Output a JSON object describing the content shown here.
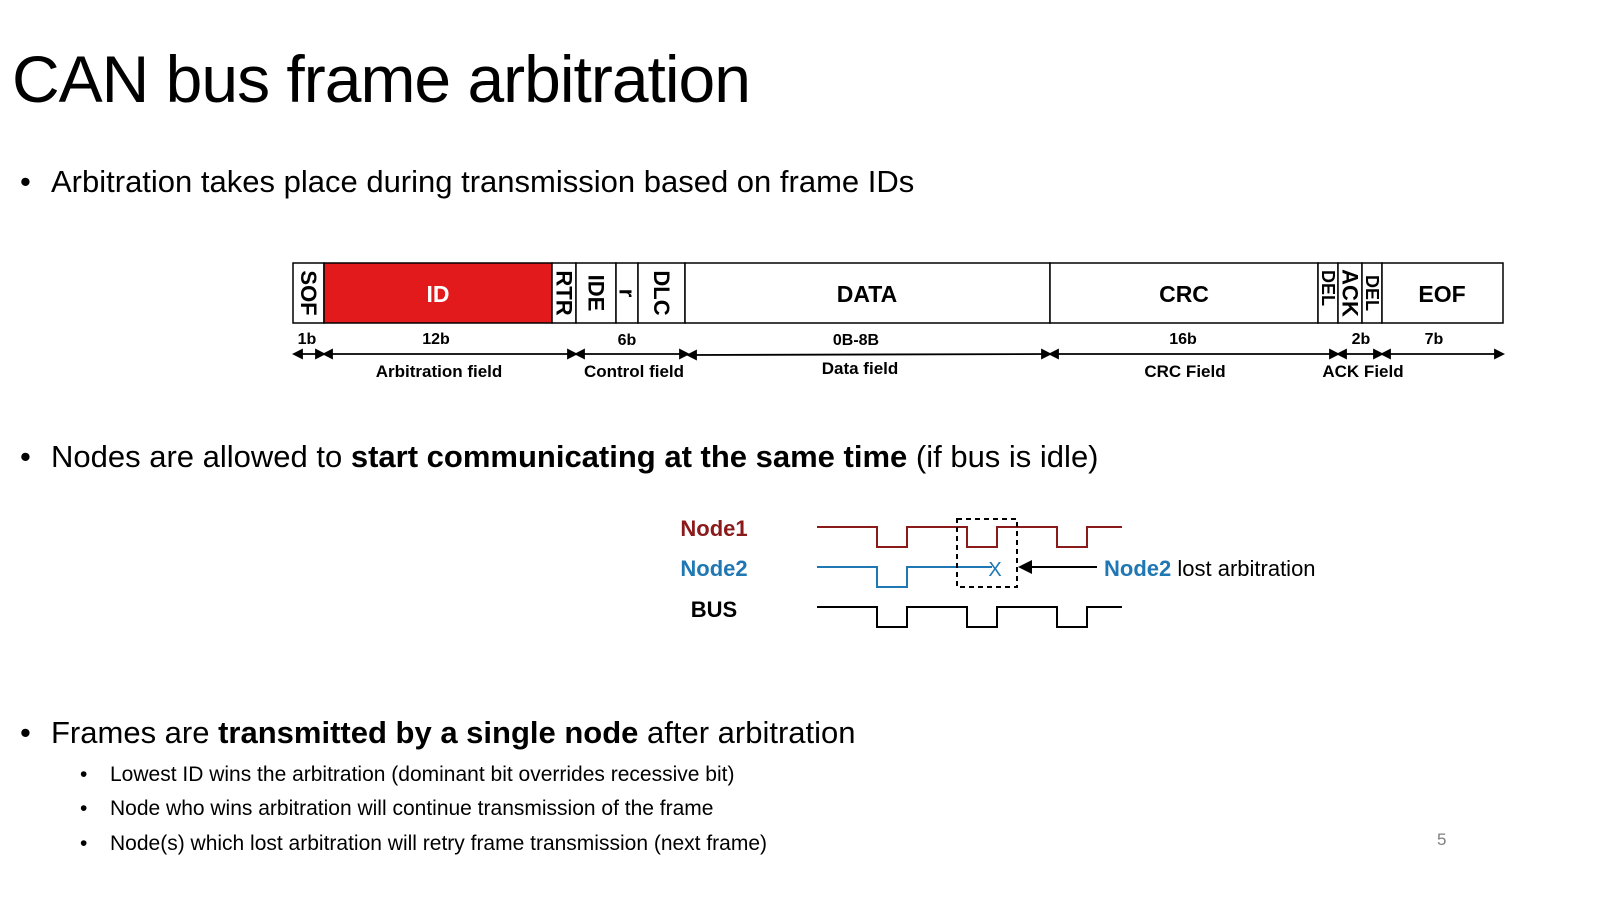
{
  "title": "CAN bus frame arbitration",
  "bullets": [
    {
      "parts": [
        {
          "text": "Arbitration takes place during transmission based on frame IDs",
          "bold": false
        }
      ]
    },
    {
      "parts": [
        {
          "text": "Nodes are allowed to ",
          "bold": false
        },
        {
          "text": "start communicating at the same time",
          "bold": true
        },
        {
          "text": " (if bus is idle)",
          "bold": false
        }
      ]
    },
    {
      "parts": [
        {
          "text": "Frames are ",
          "bold": false
        },
        {
          "text": "transmitted by a single node",
          "bold": true
        },
        {
          "text": " after arbitration",
          "bold": false
        }
      ]
    }
  ],
  "sub_bullets": [
    "Lowest ID wins the arbitration (dominant bit overrides recessive bit)",
    "Node who wins arbitration will continue transmission of the frame",
    "Node(s) which lost arbitration will retry frame transmission (next frame)"
  ],
  "frame": {
    "segments": [
      {
        "label": "SOF",
        "orientation": "vertical",
        "fill": "#ffffff"
      },
      {
        "label": "ID",
        "orientation": "horizontal",
        "fill": "#e31a1c",
        "text_color": "#ffffff"
      },
      {
        "label": "RTR",
        "orientation": "vertical",
        "fill": "#ffffff"
      },
      {
        "label": "IDE",
        "orientation": "vertical",
        "fill": "#ffffff"
      },
      {
        "label": "r",
        "orientation": "vertical",
        "fill": "#ffffff"
      },
      {
        "label": "DLC",
        "orientation": "vertical",
        "fill": "#ffffff"
      },
      {
        "label": "DATA",
        "orientation": "horizontal",
        "fill": "#ffffff"
      },
      {
        "label": "CRC",
        "orientation": "horizontal",
        "fill": "#ffffff"
      },
      {
        "label": "DEL",
        "orientation": "vertical",
        "fill": "#ffffff"
      },
      {
        "label": "ACK",
        "orientation": "vertical",
        "fill": "#ffffff"
      },
      {
        "label": "DEL",
        "orientation": "vertical",
        "fill": "#ffffff"
      },
      {
        "label": "EOF",
        "orientation": "horizontal",
        "fill": "#ffffff"
      }
    ],
    "sizes": [
      "1b",
      "12b",
      "6b",
      "0B-8B",
      "16b",
      "2b",
      "7b"
    ],
    "fields": [
      "Arbitration field",
      "Control field",
      "Data field",
      "CRC Field",
      "ACK Field"
    ]
  },
  "timing": {
    "signals": [
      {
        "name": "Node1",
        "color": "#8b1a1a"
      },
      {
        "name": "Node2",
        "color": "#1f77b4"
      },
      {
        "name": "BUS",
        "color": "#000000"
      }
    ],
    "collision_mark": "X",
    "annotation": {
      "highlight": "Node2",
      "rest": " lost arbitration",
      "highlight_color": "#1f77b4"
    }
  },
  "slide_number": "5"
}
